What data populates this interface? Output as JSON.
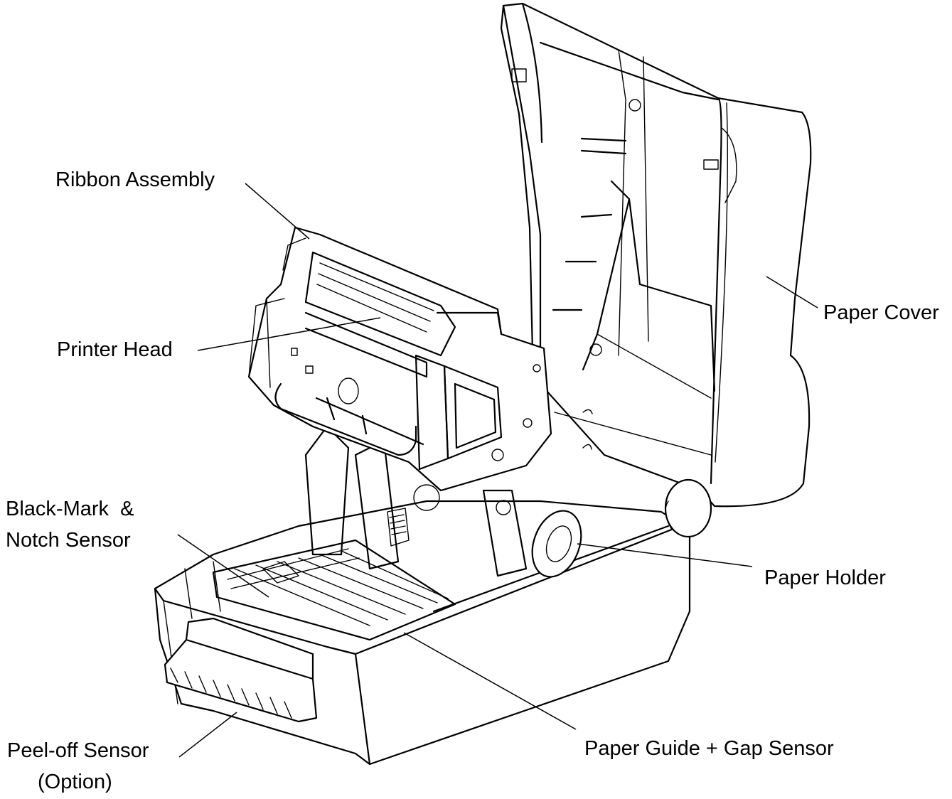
{
  "labels": {
    "ribbon_assembly": "Ribbon Assembly",
    "printer_head": "Printer Head",
    "paper_cover": "Paper Cover",
    "black_mark_line1": "Black-Mark  &",
    "black_mark_line2": "Notch Sensor",
    "paper_holder": "Paper Holder",
    "paper_guide": "Paper Guide + Gap Sensor",
    "peel_off_line1": "Peel-off Sensor",
    "peel_off_line2": "(Option)"
  },
  "colors": {
    "line": "#000000",
    "background": "#ffffff"
  }
}
